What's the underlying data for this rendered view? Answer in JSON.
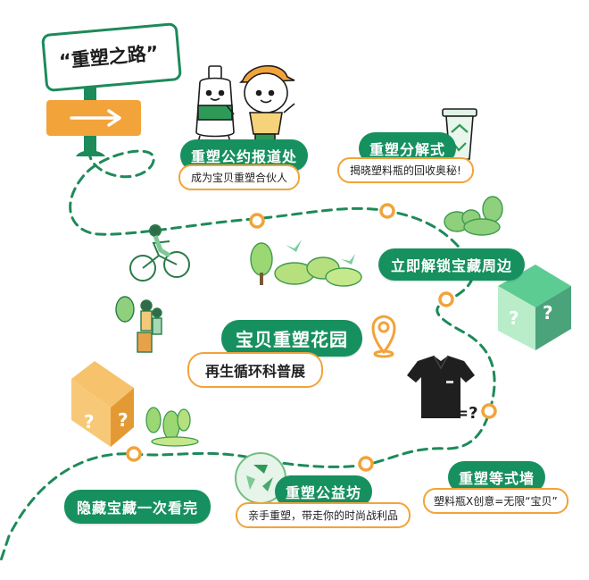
{
  "sign": {
    "title": "“重塑之路”"
  },
  "stations": {
    "report": {
      "title": "重塑公约报道处",
      "subtitle": "成为宝贝重塑合伙人"
    },
    "decompose": {
      "title": "重塑分解式",
      "subtitle": "揭晓塑料瓶的回收奥秘!"
    },
    "unlock": {
      "title": "立即解锁宝藏周边"
    },
    "garden": {
      "title": "宝贝重塑花园",
      "subtitle": "再生循环科普展"
    },
    "hidden": {
      "title": "隐藏宝藏一次看完"
    },
    "workshop": {
      "title": "重塑公益坊",
      "subtitle": "亲手重塑，带走你的时尚战利品"
    },
    "wall": {
      "title": "重塑等式墙",
      "subtitle": "塑料瓶X创意=无限“宝贝”"
    }
  },
  "equation_text": "=?",
  "colors": {
    "brand_green": "#17905f",
    "path_green": "#1d8a5a",
    "accent_orange": "#f2a33a",
    "box_orange": "#f3b04a",
    "box_green": "#4fbf87"
  }
}
